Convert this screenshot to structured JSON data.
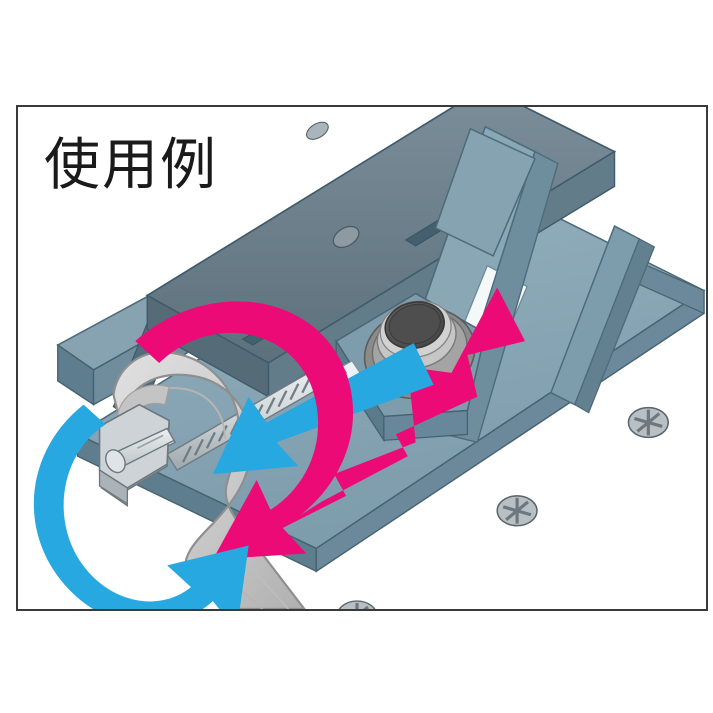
{
  "figure": {
    "caption": "使用例",
    "frame": {
      "border_color": "#3a3a3a",
      "background": "#ffffff"
    }
  },
  "palette": {
    "body_steel_blue": "#7f9eae",
    "body_steel_blue_light": "#8eabba",
    "body_steel_blue_dark": "#5f7f90",
    "body_steel_blue_darker": "#4d6b7b",
    "top_rail_gray": "#6f8592",
    "wrench_gray": "#c9c9c9",
    "wrench_gray_light": "#dcdcdc",
    "wrench_gray_dark": "#a8a8a8",
    "bolt_silver": "#d5d9dc",
    "bearing_dark": "#555555",
    "bearing_mid": "#9a9a9a",
    "bearing_ring": "#c0c0c0",
    "slot_white": "#f4f7f8",
    "arrow_magenta": "#ec0a77",
    "arrow_blue": "#28a8e0",
    "outline": "#3f4b52"
  },
  "parts": [
    {
      "name": "take-up-unit-housing",
      "label": ""
    },
    {
      "name": "bearing-insert",
      "label": ""
    },
    {
      "name": "adjusting-screw-threaded-rod",
      "label": ""
    },
    {
      "name": "base-mounting-plate",
      "label": ""
    },
    {
      "name": "cross-head-screw",
      "label": ""
    },
    {
      "name": "open-end-wrench",
      "label": ""
    },
    {
      "name": "hex-bolt-head",
      "label": ""
    }
  ],
  "annotations": {
    "arrows": [
      {
        "name": "arrow-bearing-slide",
        "color": "#ec0a77",
        "style": "straight",
        "direction": "up-right",
        "meaning": "bearing unit travels toward upper right"
      },
      {
        "name": "arrow-screw-feed",
        "color": "#28a8e0",
        "style": "straight",
        "direction": "down-left",
        "meaning": "screw feed direction toward lower left"
      },
      {
        "name": "arrow-screw-rotation",
        "color": "#ec0a77",
        "style": "curved",
        "direction": "clockwise",
        "meaning": "adjusting screw rotation"
      },
      {
        "name": "arrow-wrench-rotation",
        "color": "#28a8e0",
        "style": "curved",
        "direction": "counterclockwise",
        "meaning": "turn the wrench"
      }
    ]
  }
}
